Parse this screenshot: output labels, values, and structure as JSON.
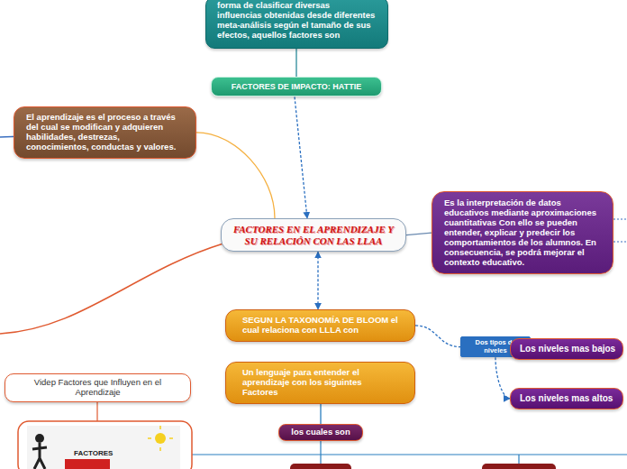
{
  "diagram": {
    "nodes": [
      {
        "text": [
          "forma de clasificar diversas influencias obtenidas desde diferentes meta-análisis según el tamaño de sus efectos, aquellos factores son"
        ]
      },
      {
        "text": [
          "FACTORES DE IMPACTO: HATTIE"
        ]
      },
      {
        "text": [
          "El aprendizaje es el proceso a través del cual se modifican y adquieren habilidades, destrezas, conocimientos, conductas y valores."
        ]
      },
      {
        "text": [
          "FACTORES EN EL APRENDIZAJE Y SU RELACIÓN CON LAS LLAA"
        ]
      },
      {
        "text": [
          "Es la interpretación de datos educativos mediante aproximaciones cuantitativas Con ello se pueden entender, explicar y predecir los comportamientos de los alumnos. En consecuencia, se podrá mejorar el contexto educativo."
        ]
      },
      {
        "text": [
          "SEGUN LA TAXONOMÍA DE BLOOM el cual relaciona con LLLA con"
        ]
      },
      {
        "text": [
          "Un lenguaje para entender el aprendizaje con los siguintes Factores"
        ]
      },
      {
        "text": [
          "Dos tipos de niveles"
        ]
      },
      {
        "text": [
          "Los niveles mas bajos"
        ]
      },
      {
        "text": [
          "Los niveles mas altos"
        ]
      },
      {
        "text": [
          "los cuales son"
        ]
      },
      {
        "text": [
          "Videp Factores que Influyen en el Aprendizaje"
        ]
      }
    ],
    "edges": [
      {
        "from": 0,
        "to": 1,
        "arrow": "none"
      },
      {
        "from": 1,
        "to": 3,
        "arrow": "to"
      },
      {
        "from": 3,
        "to": 2,
        "arrow": "none"
      },
      {
        "from": 3,
        "to": 4,
        "arrow": "none"
      },
      {
        "from": 3,
        "to": 5,
        "arrow": "both"
      },
      {
        "from": 5,
        "to": 7,
        "arrow": "none"
      },
      {
        "from": 7,
        "to": 8,
        "arrow": "to"
      },
      {
        "from": 7,
        "to": 9,
        "arrow": "to"
      },
      {
        "from": 6,
        "to": 10,
        "arrow": "none"
      }
    ],
    "labels": [
      "FACTORES"
    ]
  }
}
